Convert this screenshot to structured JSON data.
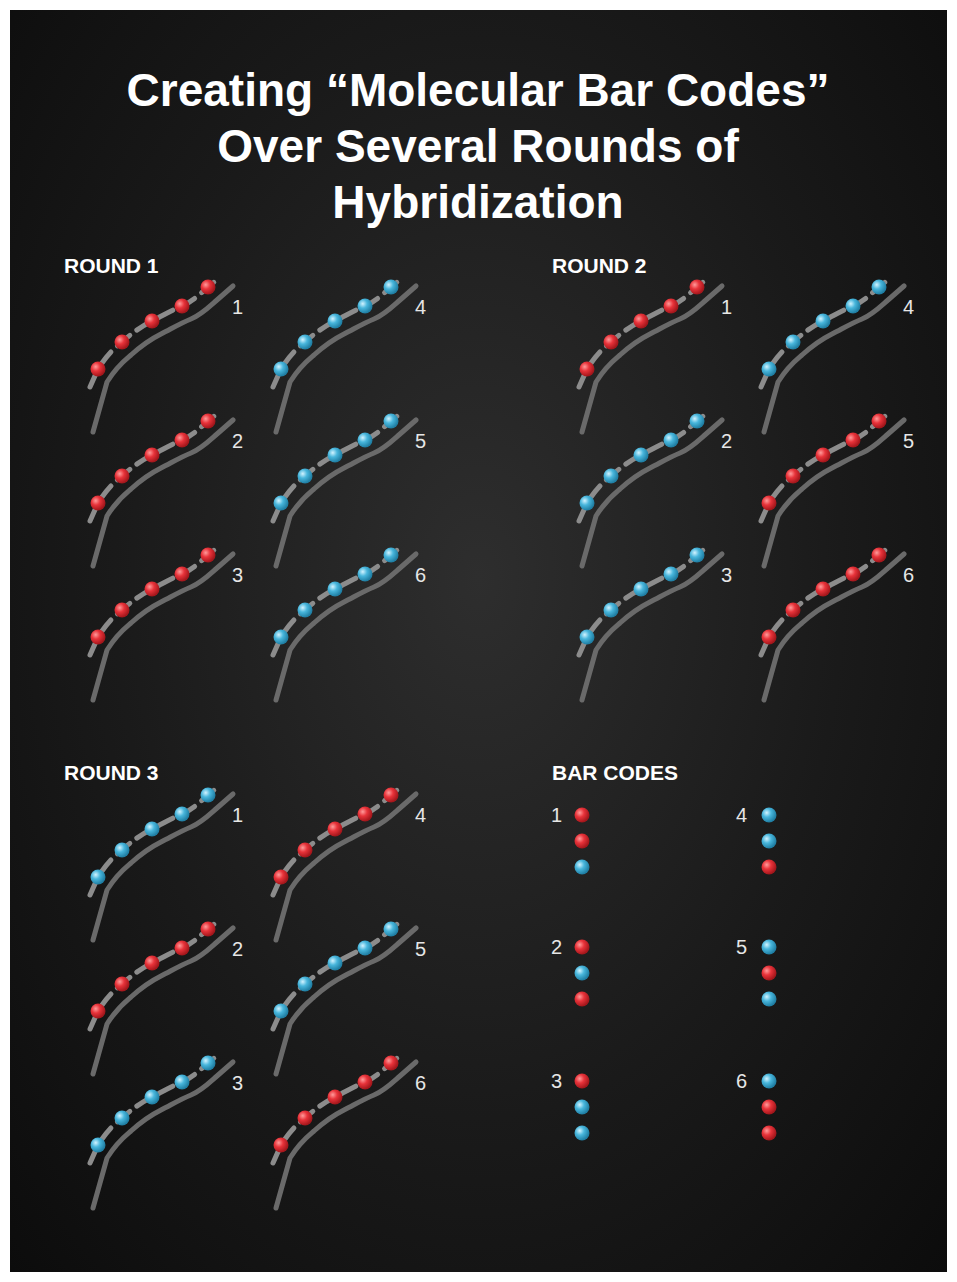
{
  "diagram": {
    "title": "Creating “Molecular Bar Codes” Over Several Rounds of Hybridization",
    "labels": [
      "ROUND 1",
      "1",
      "4",
      "2",
      "5",
      "3",
      "6",
      "ROUND 2",
      "1",
      "4",
      "2",
      "5",
      "3",
      "6",
      "ROUND 3",
      "1",
      "4",
      "2",
      "5",
      "3",
      "6",
      "BAR CODES",
      "1",
      "4",
      "2",
      "5",
      "3",
      "6"
    ]
  }
}
